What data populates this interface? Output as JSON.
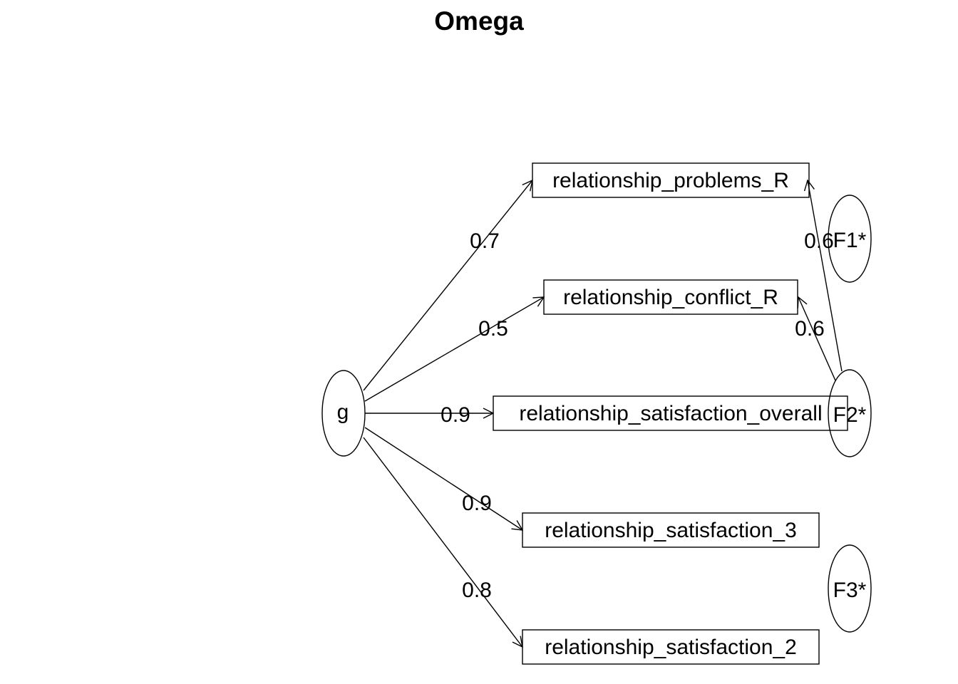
{
  "title": "Omega",
  "general_factor": {
    "label": "g"
  },
  "items": [
    {
      "label": "relationship_problems_R",
      "g_loading": "0.7"
    },
    {
      "label": "relationship_conflict_R",
      "g_loading": "0.5"
    },
    {
      "label": "relationship_satisfaction_overall",
      "g_loading": "0.9"
    },
    {
      "label": "relationship_satisfaction_3",
      "g_loading": "0.9"
    },
    {
      "label": "relationship_satisfaction_2",
      "g_loading": "0.8"
    }
  ],
  "group_factors": [
    {
      "label": "F1*"
    },
    {
      "label": "F2*"
    },
    {
      "label": "F3*"
    }
  ],
  "group_loadings": [
    {
      "from": "F2*",
      "to": "relationship_problems_R",
      "value": "0.6"
    },
    {
      "from": "F2*",
      "to": "relationship_conflict_R",
      "value": "0.6"
    }
  ]
}
